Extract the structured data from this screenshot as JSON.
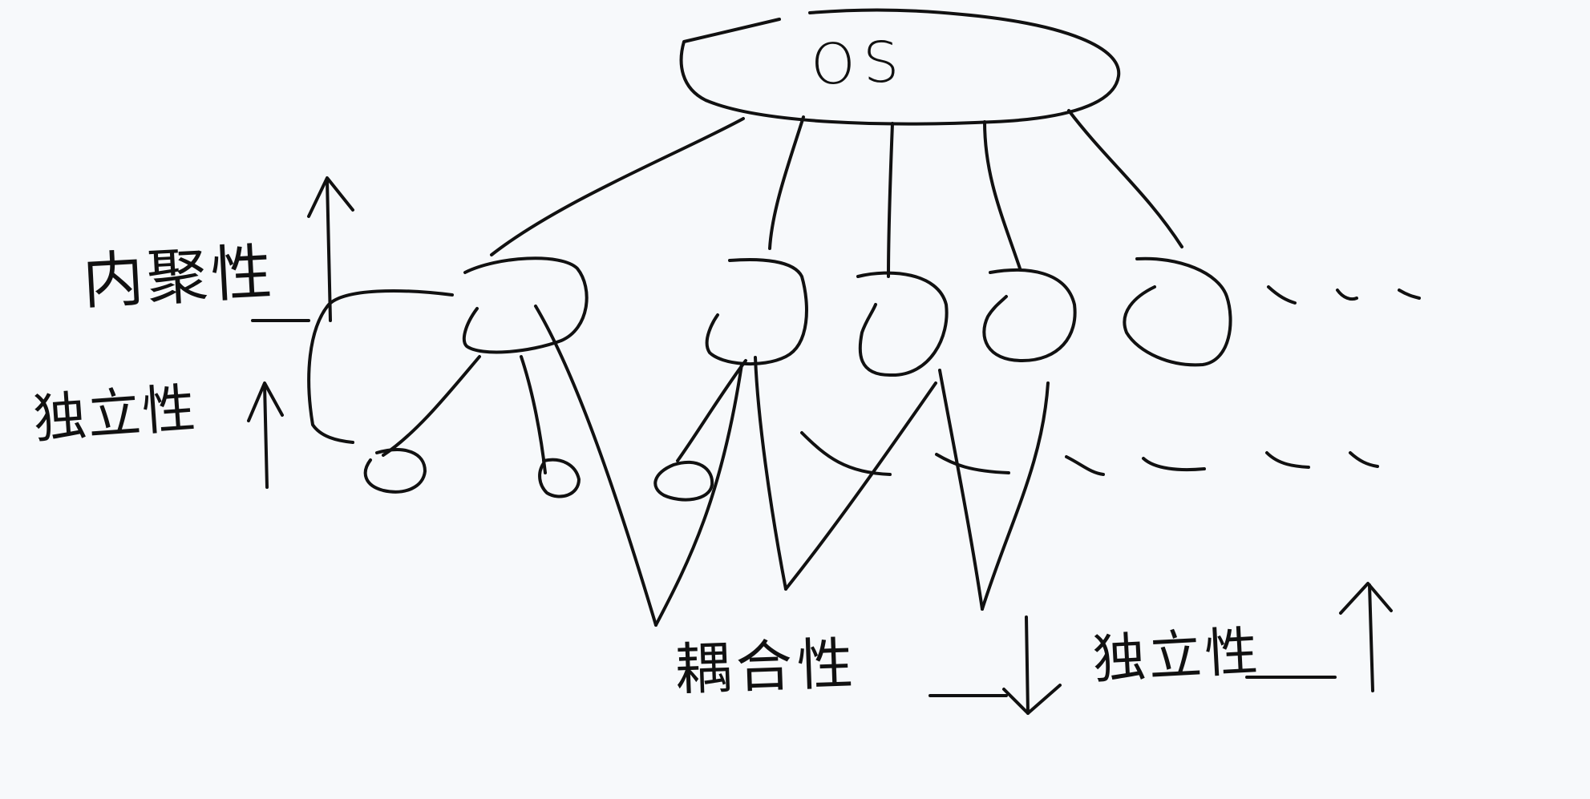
{
  "diagram": {
    "root_label": "OS",
    "labels": {
      "cohesion": "内聚性",
      "independence_left": "独立性",
      "coupling": "耦合性",
      "independence_right": "独立性"
    },
    "arrow_directions": {
      "cohesion": "up",
      "independence_left": "up",
      "coupling": "down",
      "independence_right": "up"
    },
    "ellipsis": "......"
  },
  "colors": {
    "ink": "#111111",
    "background": "#f7f9fb"
  }
}
